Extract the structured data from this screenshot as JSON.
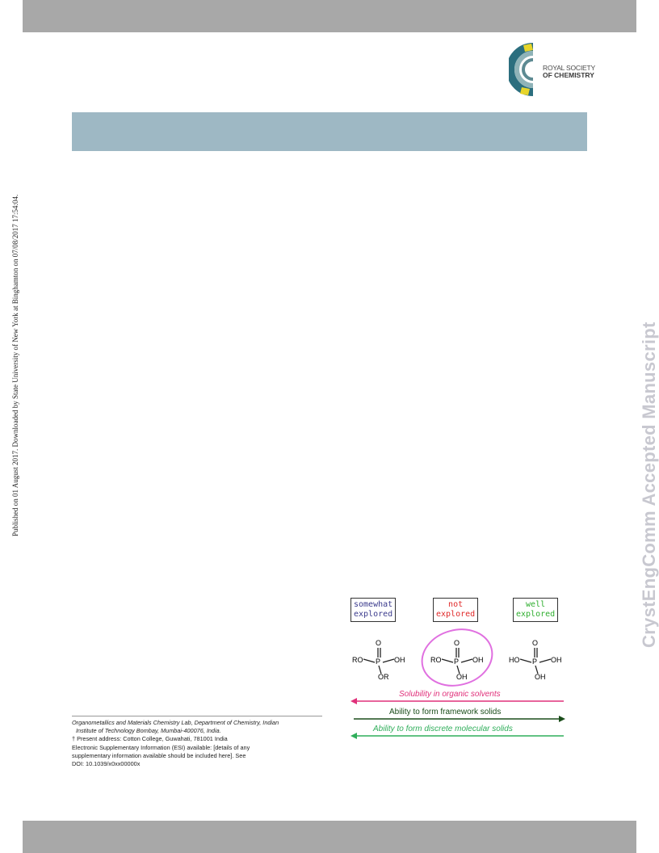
{
  "side_text": "Published on 01 August 2017. Downloaded by State University of New York at Binghamton on 07/08/2017 17:54:04.",
  "watermark": "CrystEngComm Accepted Manuscript",
  "logo": {
    "line1": "ROYAL SOCIETY",
    "line2": "OF CHEMISTRY",
    "colors": [
      "#2b6e7e",
      "#8fb3b8",
      "#e7d52a",
      "#5d8a92"
    ]
  },
  "banner_color": "#9eb8c4",
  "footnotes": {
    "affiliation_1": "Organometallics and Materials Chemistry Lab, Department of Chemistry, Indian",
    "affiliation_2": "Institute of Technology Bombay, Mumbai-400076, India.",
    "present_address": "† Present address: Cotton College, Guwahati, 781001 India",
    "esi_1": "Electronic Supplementary Information (ESI) available: [details of any",
    "esi_2": "supplementary information available should be included here]. See",
    "doi": "DOI: 10.1039/x0xx00000x"
  },
  "figure": {
    "boxes": [
      {
        "line1": "somewhat",
        "line2": "explored",
        "color": "#3a3a8c"
      },
      {
        "line1": "not",
        "line2": "explored",
        "color": "#e02828"
      },
      {
        "line1": "well",
        "line2": "explored",
        "color": "#2fae2f"
      }
    ],
    "molecules": [
      {
        "left_group": "RO",
        "right_group": "OH",
        "bottom_group": "OR",
        "top_atom": "O",
        "center_atom": "P"
      },
      {
        "left_group": "RO",
        "right_group": "OH",
        "bottom_group": "OH",
        "top_atom": "O",
        "center_atom": "P"
      },
      {
        "left_group": "HO",
        "right_group": "OH",
        "bottom_group": "OH",
        "top_atom": "O",
        "center_atom": "P"
      }
    ],
    "arrows": [
      {
        "label": "Solubility in organic solvents",
        "direction": "left",
        "color": "#e0307a"
      },
      {
        "label": "Ability to form framework solids",
        "direction": "right",
        "color": "#1a4d1a"
      },
      {
        "label": "Ability to form discrete molecular solids",
        "direction": "left",
        "color": "#2fae5a"
      }
    ],
    "highlight_color": "#e070e0"
  }
}
